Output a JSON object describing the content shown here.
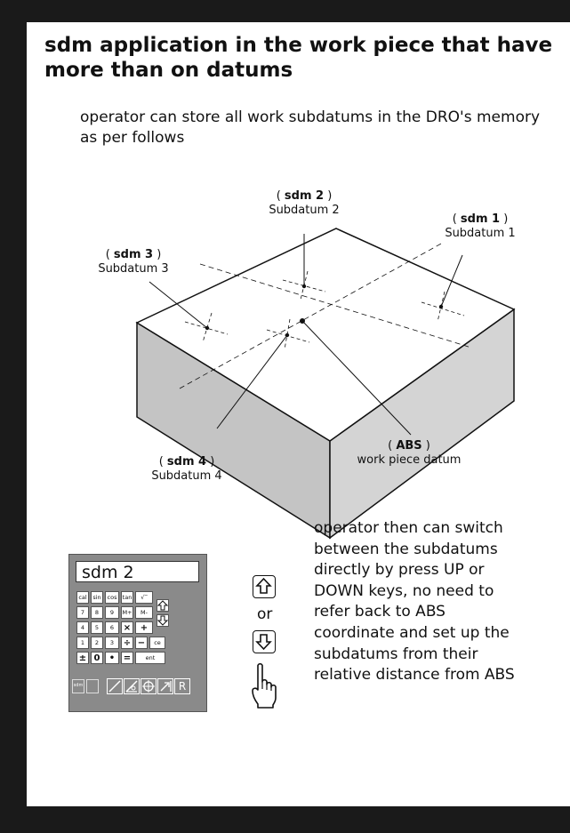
{
  "title": "sdm application in the work piece that have more than on datums",
  "intro": "operator can store all work subdatums in the DRO's memory as per follows",
  "labels": {
    "sdm2": {
      "code": "sdm 2",
      "name": "Subdatum 2"
    },
    "sdm1": {
      "code": "sdm 1",
      "name": "Subdatum 1"
    },
    "sdm3": {
      "code": "sdm 3",
      "name": "Subdatum 3"
    },
    "sdm4": {
      "code": "sdm 4",
      "name": "Subdatum 4"
    },
    "abs": {
      "code": "ABS",
      "name": "work piece datum"
    }
  },
  "device": {
    "display": "sdm 2",
    "keys": {
      "cal": "cal",
      "sin": "sin",
      "cos": "cos",
      "tan": "tan",
      "sqrt": "√‾",
      "n7": "7",
      "n8": "8",
      "n9": "9",
      "mplus": "M+",
      "mminus": "M-",
      "n4": "4",
      "n5": "5",
      "n6": "6",
      "mul": "×",
      "plus": "+",
      "n1": "1",
      "n2": "2",
      "n3": "3",
      "div": "÷",
      "minus": "−",
      "ce": "ce",
      "pm": "±",
      "n0": "0",
      "dot": "•",
      "eq": "=",
      "ent": "ent",
      "sdm": "sdm",
      "r": "R"
    }
  },
  "or": "or",
  "steps": "operator then can switch between the subdatums directly by press UP or DOWN keys, no need to refer back to ABS coordinate and set up the subdatums from their relative distance from ABS"
}
